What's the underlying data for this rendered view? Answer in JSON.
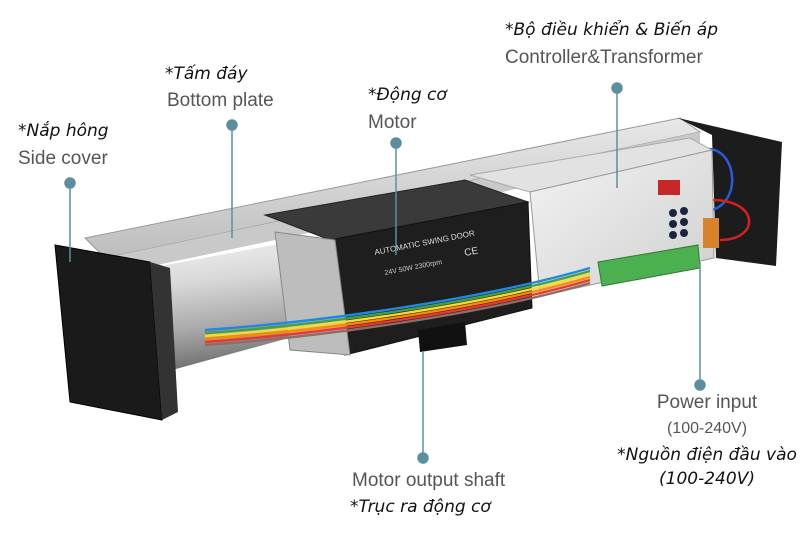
{
  "labels": {
    "side_cover": {
      "vi": "*Nắp hông",
      "en": "Side cover"
    },
    "bottom_plate": {
      "vi": "*Tấm đáy",
      "en": "Bottom plate"
    },
    "motor": {
      "vi": "*Động cơ",
      "en": "Motor"
    },
    "controller": {
      "vi": "*Bộ điều khiển & Biến áp",
      "en": "Controller&Transformer"
    },
    "power_input": {
      "en": "Power input",
      "en_range": "(100-240V)",
      "vi": "*Nguồn điện đầu vào",
      "vi_range": "(100-240V)"
    },
    "motor_shaft": {
      "en": "Motor output shaft",
      "vi": "*Trục ra động cơ"
    }
  },
  "motor_plate": {
    "title": "AUTOMATIC SWING DOOR",
    "spec": "24V 50W 2300rpm",
    "mark": "CE"
  },
  "colors": {
    "leader": "#5b8fa0",
    "label_en": "#555555",
    "label_vi": "#111111"
  }
}
